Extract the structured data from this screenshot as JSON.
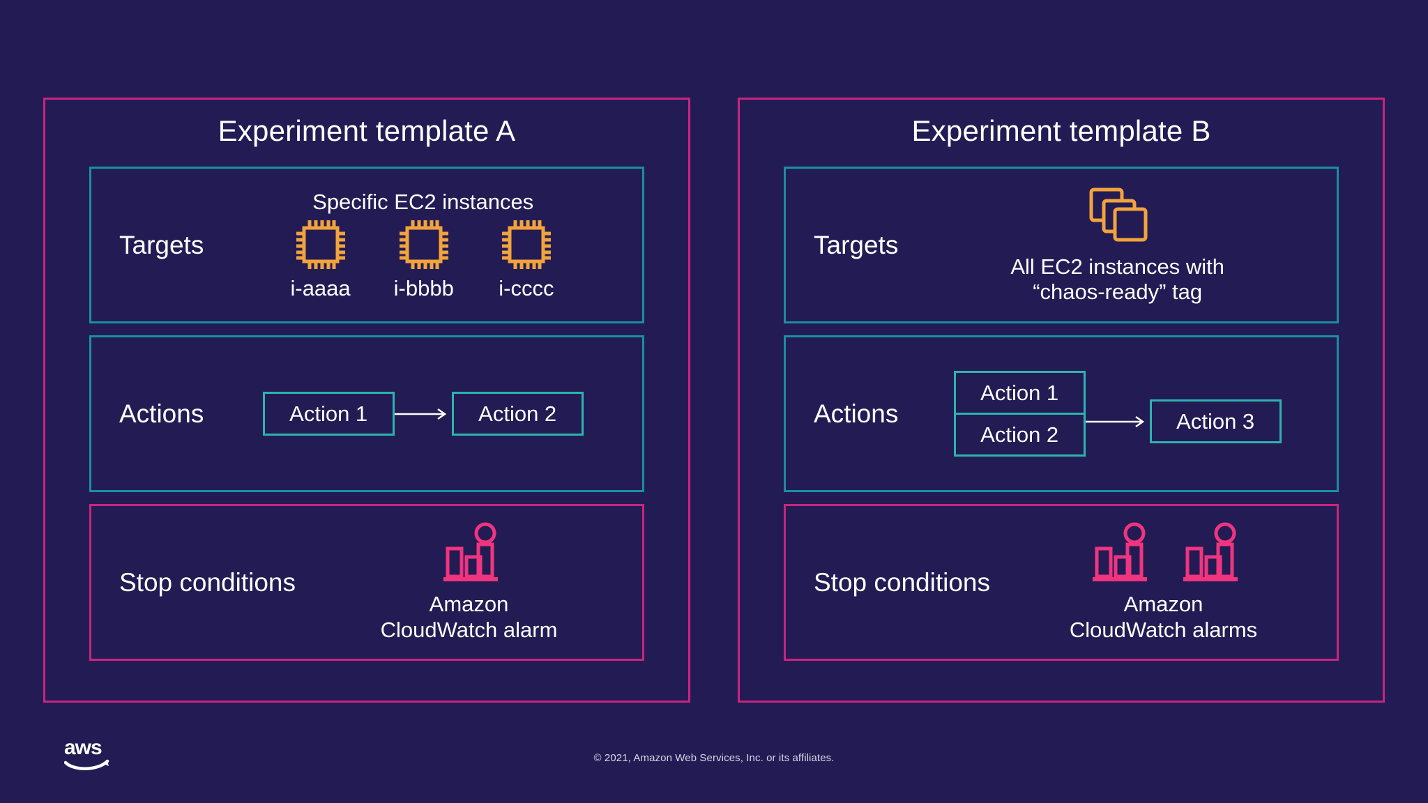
{
  "theme": {
    "background": "#231c54",
    "panel_border": "#c9257e",
    "section_border_teal": "#1a8fa0",
    "action_box_border": "#2eb3ae",
    "icon_orange": "#f2a33c",
    "icon_pink": "#f0347f",
    "text": "#ffffff"
  },
  "templates": [
    {
      "title": "Experiment template A",
      "targets": {
        "label": "Targets",
        "caption": "Specific EC2 instances",
        "instances": [
          {
            "icon": "ec2-chip-icon",
            "label": "i-aaaa"
          },
          {
            "icon": "ec2-chip-icon",
            "label": "i-bbbb"
          },
          {
            "icon": "ec2-chip-icon",
            "label": "i-cccc"
          }
        ]
      },
      "actions": {
        "label": "Actions",
        "boxes": [
          "Action 1",
          "Action 2"
        ]
      },
      "stop_conditions": {
        "label": "Stop conditions",
        "alarm_count": 1,
        "caption_line1": "Amazon",
        "caption_line2": "CloudWatch alarm"
      }
    },
    {
      "title": "Experiment template B",
      "targets": {
        "label": "Targets",
        "icon": "stacked-squares-icon",
        "caption_line1": "All EC2 instances with",
        "caption_line2": "“chaos-ready” tag"
      },
      "actions": {
        "label": "Actions",
        "stacked_boxes": [
          "Action 1",
          "Action 2"
        ],
        "next_box": "Action 3"
      },
      "stop_conditions": {
        "label": "Stop conditions",
        "alarm_count": 2,
        "caption_line1": "Amazon",
        "caption_line2": "CloudWatch alarms"
      }
    }
  ],
  "footer": {
    "logo": "aws-logo",
    "copyright": "© 2021, Amazon Web Services, Inc. or its affiliates."
  }
}
